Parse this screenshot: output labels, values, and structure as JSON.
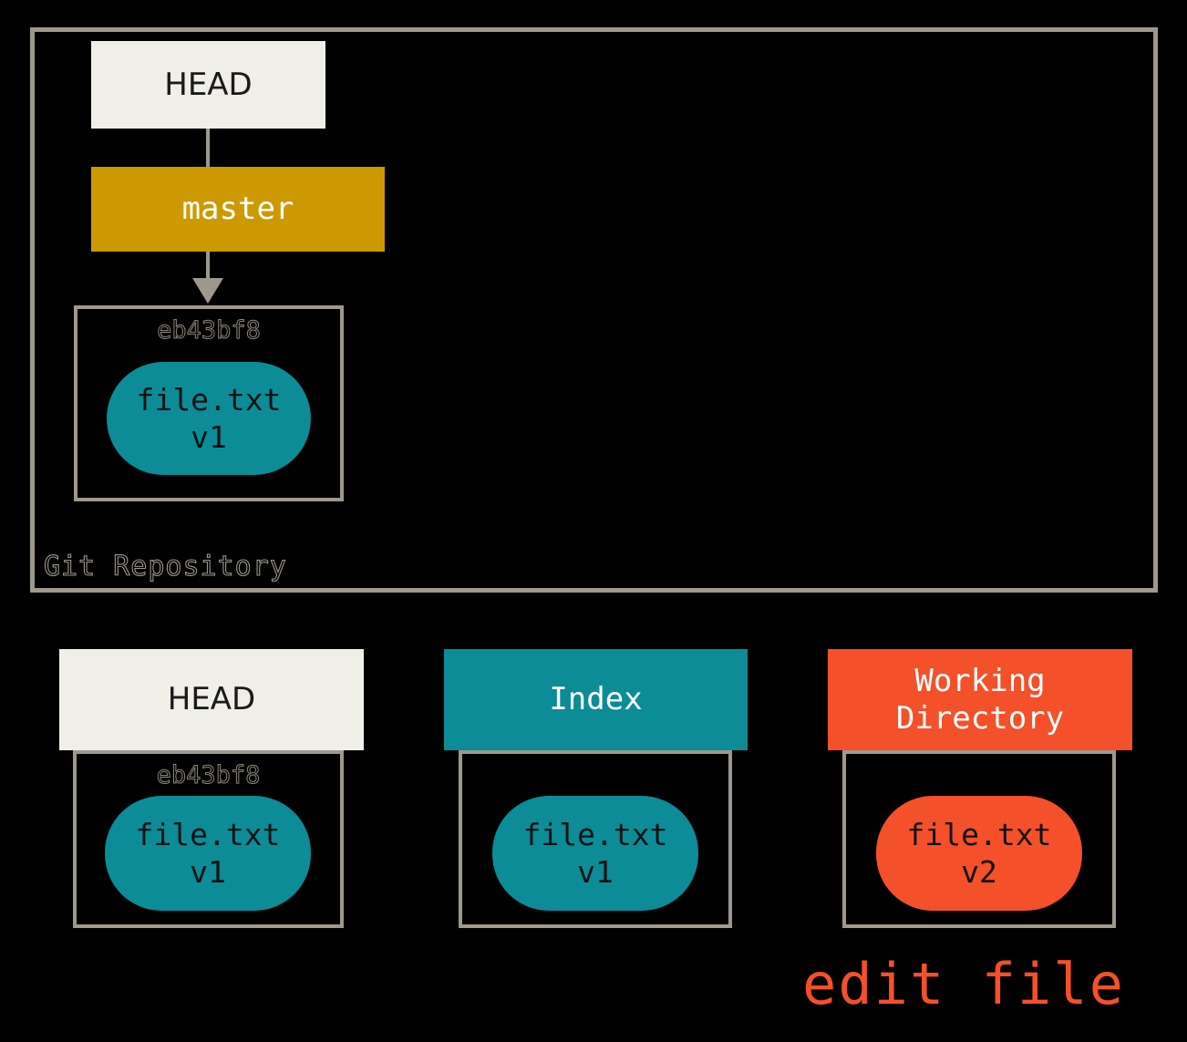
{
  "diagram": {
    "title": "Git Repository",
    "caption": "edit file"
  },
  "repository": {
    "label": "Git Repository",
    "head_box": {
      "label": "HEAD"
    },
    "branch_box": {
      "label": "master"
    },
    "commit": {
      "hash": "eb43bf8",
      "blob": {
        "filename": "file.txt",
        "version": "v1",
        "text": "file.txt\nv1"
      }
    }
  },
  "areas": [
    {
      "key": "head",
      "header_label": "HEAD",
      "hash": "eb43bf8",
      "blob": {
        "filename": "file.txt",
        "version": "v1",
        "text": "file.txt\nv1"
      }
    },
    {
      "key": "index",
      "header_label": "Index",
      "hash": "",
      "blob": {
        "filename": "file.txt",
        "version": "v1",
        "text": "file.txt\nv1"
      }
    },
    {
      "key": "working-directory",
      "header_label": "Working\nDirectory",
      "hash": "",
      "blob": {
        "filename": "file.txt",
        "version": "v2",
        "text": "file.txt\nv2"
      }
    }
  ],
  "colors": {
    "background": "#000000",
    "frame_border": "#9e988d",
    "head_fill": "#efeee7",
    "branch_fill": "#cc9a00",
    "index_fill": "#0b8c96",
    "workdir_fill": "#f4502a",
    "blob_teal": "#0b8c96",
    "blob_red": "#f4502a",
    "caption_color": "#f4502a",
    "hash_text": "#8d877d"
  }
}
